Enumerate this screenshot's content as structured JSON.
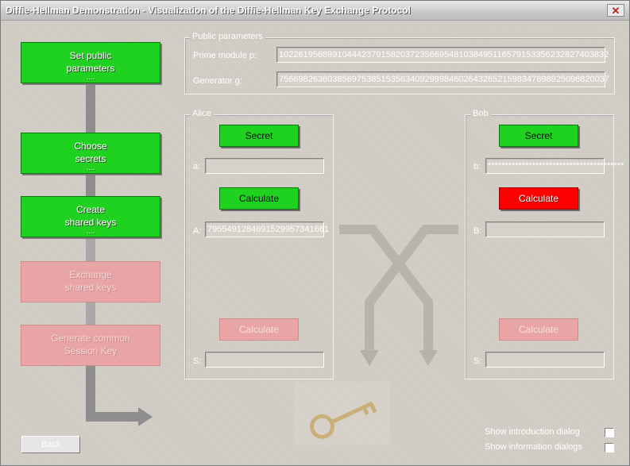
{
  "window": {
    "title": "Diffie-Hellman Demonstration - Visualization of the Diffie-Hellman Key Exchange Protocol",
    "close_glyph": "✕"
  },
  "steps": [
    {
      "line1": "Set public",
      "line2": "parameters",
      "dots": "....",
      "state": "active"
    },
    {
      "line1": "Choose",
      "line2": "secrets",
      "dots": "....",
      "state": "active"
    },
    {
      "line1": "Create",
      "line2": "shared keys",
      "dots": "....",
      "state": "active"
    },
    {
      "line1": "Exchange",
      "line2": "shared keys",
      "dots": "",
      "state": "inactive"
    },
    {
      "line1": "Generate common",
      "line2": "Session Key",
      "dots": "",
      "state": "inactive"
    }
  ],
  "public": {
    "legend": "Public parameters",
    "prime_label": "Prime module p:",
    "prime_value": "10226195689910444237915820372356695481038495116579153356232827403832",
    "generator_label": "Generator g:",
    "generator_value": "75669826360385697538515356340929998460264326521598347898925096820037"
  },
  "alice": {
    "legend": "Alice",
    "secret_button": "Secret",
    "secret_label": "a:",
    "secret_value": "",
    "calculate_button": "Calculate",
    "shared_label": "A:",
    "shared_value": "7955491284691529957341661",
    "session_button": "Calculate",
    "session_label": "S:",
    "session_value": ""
  },
  "bob": {
    "legend": "Bob",
    "secret_button": "Secret",
    "secret_label": "b:",
    "secret_value": "****************************************",
    "calculate_button": "Calculate",
    "shared_label": "B:",
    "shared_value": "",
    "session_button": "Calculate",
    "session_label": "S:",
    "session_value": ""
  },
  "options": {
    "intro_label": "Show introduction dialog",
    "info_label": "Show information dialogs"
  },
  "back_button": "Back",
  "colors": {
    "active_green": "#1fd21f",
    "inactive_pink": "#e9a5a5",
    "calc_red": "#ff0000",
    "window_bg": "#cfcbc3"
  }
}
